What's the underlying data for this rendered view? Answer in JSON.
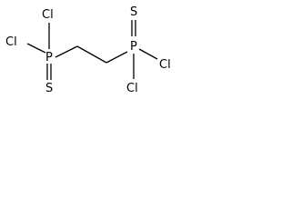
{
  "molecule": {
    "atoms": {
      "p_left": "P",
      "p_right": "P",
      "cl_left_1": "Cl",
      "cl_left_2": "Cl",
      "s_left": "S",
      "s_right": "S",
      "cl_right_1": "Cl",
      "cl_right_2": "Cl"
    }
  }
}
